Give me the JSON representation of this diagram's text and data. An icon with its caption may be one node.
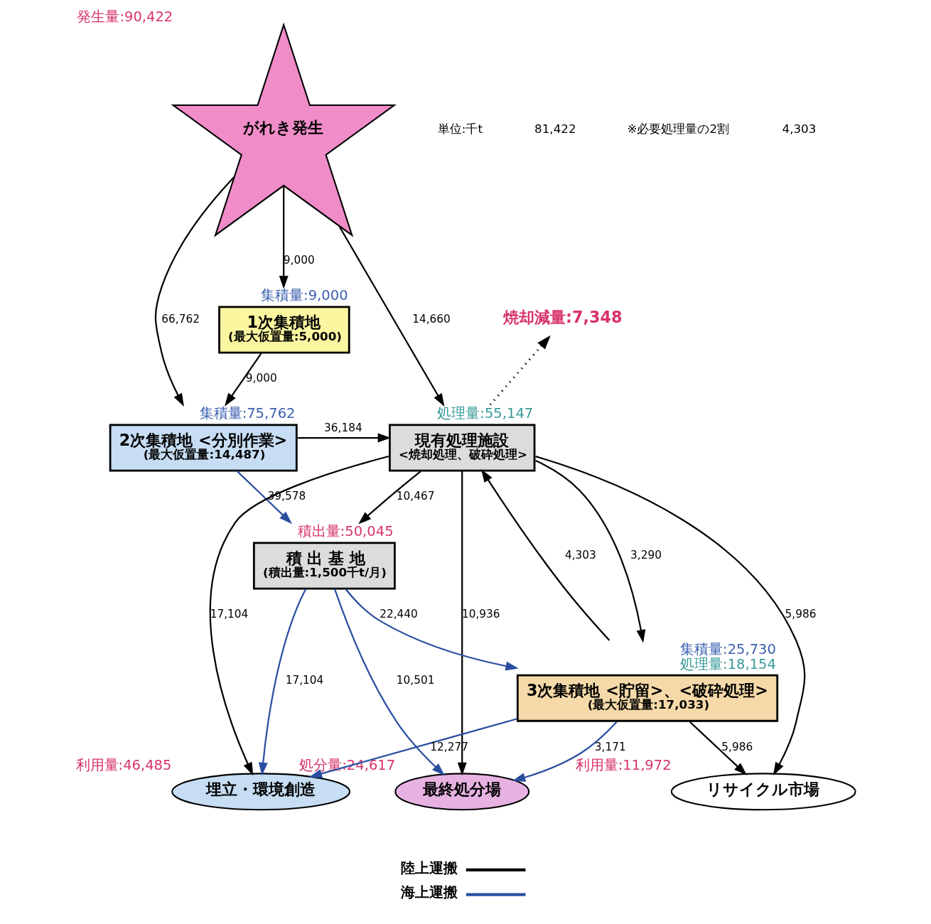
{
  "diagram": {
    "nodes": [
      {
        "text": [
          "がれき発生"
        ],
        "beside": [
          "発生量:90,422"
        ]
      },
      {
        "text": [
          "1次集積地",
          "(最大仮置量:5,000)"
        ],
        "beside": [
          "集積量:9,000"
        ]
      },
      {
        "text": [
          "2次集積地 <分別作業>",
          "(最大仮置量:14,487)"
        ],
        "beside": [
          "集積量:75,762"
        ]
      },
      {
        "text": [
          "現有処理施設",
          "<焼却処理、破砕処理>"
        ],
        "beside": [
          "処理量:55,147"
        ]
      },
      {
        "text": [
          "焼却減量:7,348"
        ]
      },
      {
        "text": [
          "積 出 基 地",
          "(積出量:1,500千t/月)"
        ],
        "beside": [
          "積出量:50,045"
        ]
      },
      {
        "text": [
          "3次集積地 <貯留>、<破砕処理>",
          "(最大仮置量:17,033)"
        ],
        "beside": [
          "集積量:25,730",
          "処理量:18,154"
        ]
      },
      {
        "text": [
          "リサイクル市場"
        ],
        "beside": [
          "利用量:11,972"
        ]
      },
      {
        "text": [
          "埋立・環境創造"
        ],
        "beside": [
          "利用量:46,485"
        ]
      },
      {
        "text": [
          "最終処分場"
        ],
        "beside": [
          "処分量:24,617"
        ]
      }
    ],
    "edges": [
      {
        "from": 0,
        "to": 1,
        "arrow": "to",
        "label": "9,000"
      },
      {
        "from": 0,
        "to": 2,
        "arrow": "to",
        "label": "66,762"
      },
      {
        "from": 0,
        "to": 3,
        "arrow": "to",
        "label": "14,660"
      },
      {
        "from": 1,
        "to": 2,
        "arrow": "to",
        "label": "9,000"
      },
      {
        "from": 2,
        "to": 3,
        "arrow": "to",
        "label": "36,184"
      },
      {
        "from": 3,
        "to": 4,
        "arrow": "to",
        "style": "dashed"
      },
      {
        "from": 2,
        "to": 5,
        "arrow": "to",
        "label": "39,578",
        "color": "#2a4ea0"
      },
      {
        "from": 3,
        "to": 5,
        "arrow": "to",
        "label": "10,467"
      },
      {
        "from": 5,
        "to": 6,
        "arrow": "to",
        "label": "22,440",
        "color": "#2a4ea0"
      },
      {
        "from": 3,
        "to": 6,
        "arrow": "to",
        "label": "3,290"
      },
      {
        "from": 6,
        "to": 3,
        "arrow": "to",
        "label": "4,303"
      },
      {
        "from": 6,
        "to": 7,
        "arrow": "to",
        "label": "5,986"
      },
      {
        "from": 3,
        "to": 7,
        "arrow": "to",
        "label": "5,986"
      },
      {
        "from": 6,
        "to": 8,
        "arrow": "to",
        "label": "12,277",
        "color": "#2a4ea0"
      },
      {
        "from": 5,
        "to": 8,
        "arrow": "to",
        "label": "17,104",
        "color": "#2a4ea0"
      },
      {
        "from": 3,
        "to": 8,
        "arrow": "to",
        "label": "17,104"
      },
      {
        "from": 6,
        "to": 9,
        "arrow": "to",
        "label": "3,171",
        "color": "#2a4ea0"
      },
      {
        "from": 5,
        "to": 9,
        "arrow": "to",
        "label": "10,501",
        "color": "#2a4ea0"
      },
      {
        "from": 3,
        "to": 9,
        "arrow": "to",
        "label": "10,936"
      }
    ],
    "labels": [
      "単位:千t",
      "81,422",
      "※必要処理量の2割",
      "4,303"
    ],
    "legend": [
      {
        "text": "陸上運搬"
      },
      {
        "text": "海上運搬"
      }
    ]
  }
}
